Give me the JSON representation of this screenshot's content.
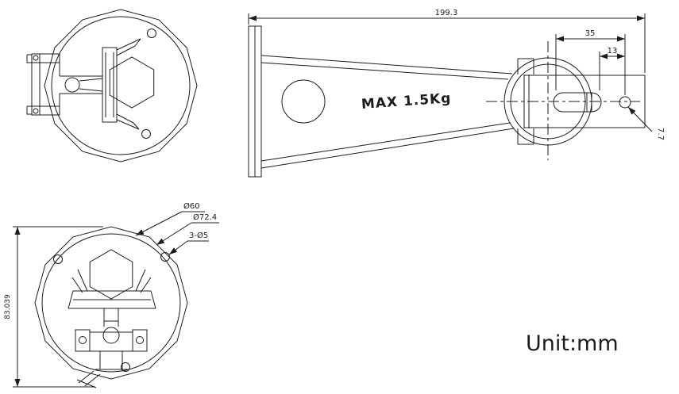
{
  "drawing": {
    "unit_label": "Unit:mm",
    "max_load_label": "MAX 1.5Kg",
    "dims": {
      "overall_length": "199.3",
      "slot_span": "35",
      "slot_end": "13",
      "edge_offset": "7.7",
      "height": "83.039",
      "dia_60": "Ø60",
      "dia_72_4": "Ø72.4",
      "holes_3_5": "3-Ø5"
    }
  }
}
